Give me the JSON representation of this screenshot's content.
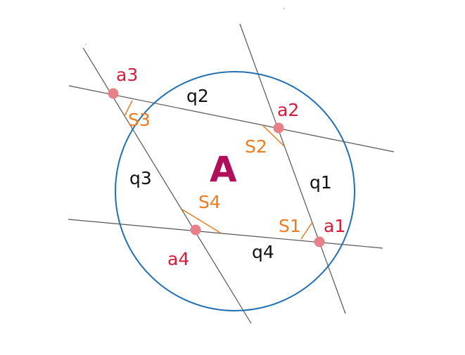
{
  "colors": {
    "circle": "#1f6fb5",
    "line": "#555555",
    "point": "#e8808a",
    "point_label": "#d81b3a",
    "segment_label": "#111111",
    "marker": "#f07a20",
    "region": "#b0105a"
  },
  "region_label": "A",
  "points": {
    "a1": "a1",
    "a2": "a2",
    "a3": "a3",
    "a4": "a4"
  },
  "segments": {
    "q1": "q1",
    "q2": "q2",
    "q3": "q3",
    "q4": "q4"
  },
  "markers": {
    "s1": "S1",
    "s2": "S2",
    "s3": "S3",
    "s4": "S4"
  }
}
